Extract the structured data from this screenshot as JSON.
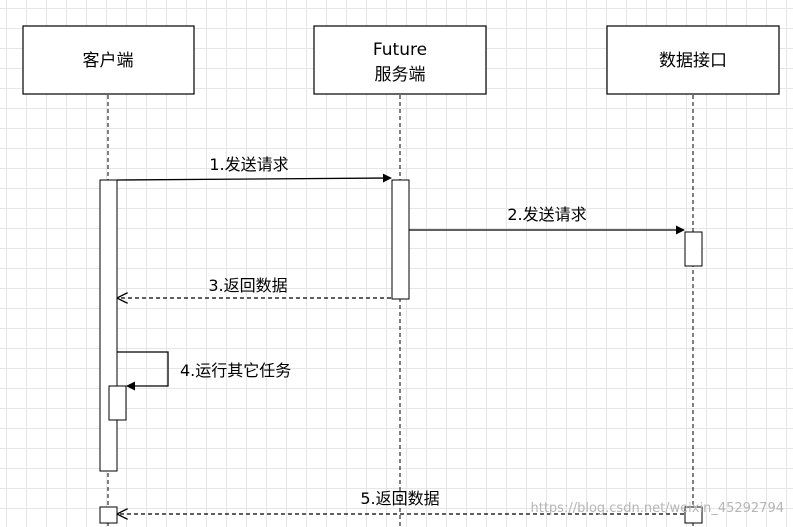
{
  "participants": [
    {
      "id": "client",
      "label_lines": [
        "客户端"
      ]
    },
    {
      "id": "future",
      "label_lines": [
        "Future",
        "服务端"
      ]
    },
    {
      "id": "data",
      "label_lines": [
        "数据接口"
      ]
    }
  ],
  "messages": [
    {
      "label": "1.发送请求",
      "from": "client",
      "to": "future",
      "style": "solid"
    },
    {
      "label": "2.发送请求",
      "from": "future",
      "to": "data",
      "style": "solid"
    },
    {
      "label": "3.返回数据",
      "from": "future",
      "to": "client",
      "style": "dashed"
    },
    {
      "label": "4.运行其它任务",
      "from": "client",
      "to": "client",
      "style": "solid"
    },
    {
      "label": "5.返回数据",
      "from": "data",
      "to": "client",
      "style": "dashed"
    }
  ],
  "watermark": "https://blog.csdn.net/weixin_45292794",
  "cut_text": "",
  "colors": {
    "line": "#000000",
    "grid": "#e6e6e6",
    "box_fill": "#ffffff"
  }
}
